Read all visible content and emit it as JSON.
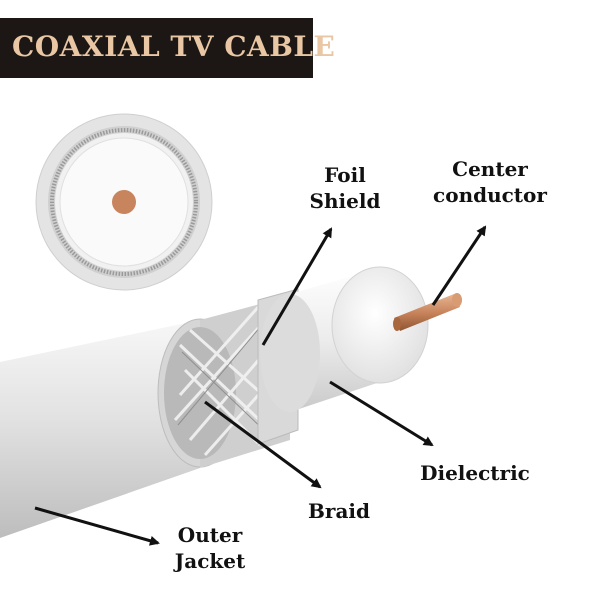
{
  "title": "COAXIAL TV CABLE",
  "labels": {
    "foil_shield": {
      "line1": "Foil",
      "line2": "Shield"
    },
    "center_conductor": {
      "line1": "Center",
      "line2": "conductor"
    },
    "dielectric": "Dielectric",
    "braid": "Braid",
    "outer_jacket": {
      "line1": "Outer",
      "line2": "Jacket"
    }
  },
  "colors": {
    "title_background": "#1c1714",
    "title_text": "#e9c6a4",
    "copper": "#c8845c",
    "jacket": "#e6e6e6",
    "label_text": "#111111"
  }
}
